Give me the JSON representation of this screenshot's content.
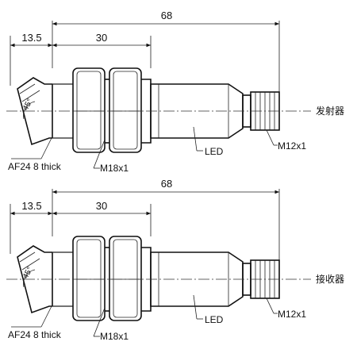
{
  "views": [
    {
      "name": "发射器",
      "dims": {
        "overall": "68",
        "nose": "13.5",
        "thread_len": "30"
      },
      "labels": {
        "af": "AF24  8 thick",
        "thread": "M18x1",
        "led": "LED",
        "connector": "M12x1",
        "angle": "45°"
      }
    },
    {
      "name": "接收器",
      "dims": {
        "overall": "68",
        "nose": "13.5",
        "thread_len": "30"
      },
      "labels": {
        "af": "AF24  8 thick",
        "thread": "M18x1",
        "led": "LED",
        "connector": "M12x1",
        "angle": "45°"
      }
    }
  ]
}
